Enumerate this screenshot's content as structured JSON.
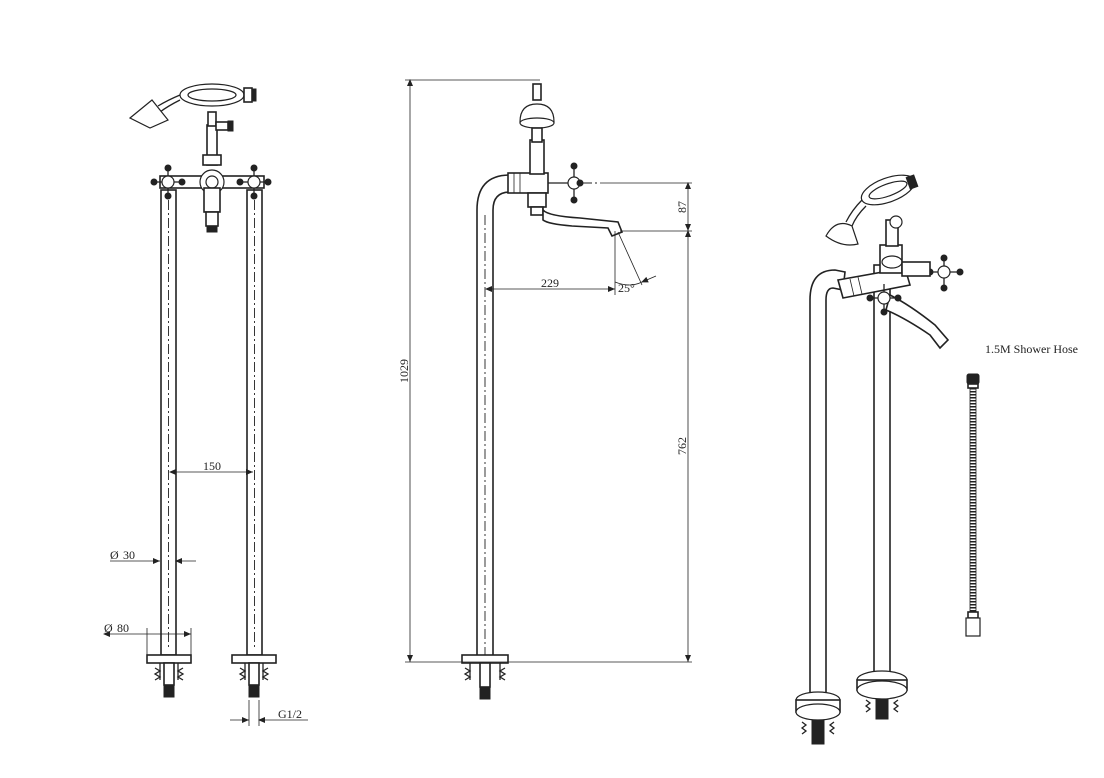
{
  "dimensions": {
    "pipe_spacing": "150",
    "pipe_diameter": "30",
    "base_diameter": "80",
    "thread": "G1/2",
    "total_height": "1029",
    "spout_reach": "229",
    "spout_drop": "87",
    "spout_height": "762",
    "spout_angle": "25°"
  },
  "labels": {
    "hose_caption": "1.5M Shower Hose"
  },
  "colors": {
    "line": "#222222",
    "background": "#ffffff"
  }
}
